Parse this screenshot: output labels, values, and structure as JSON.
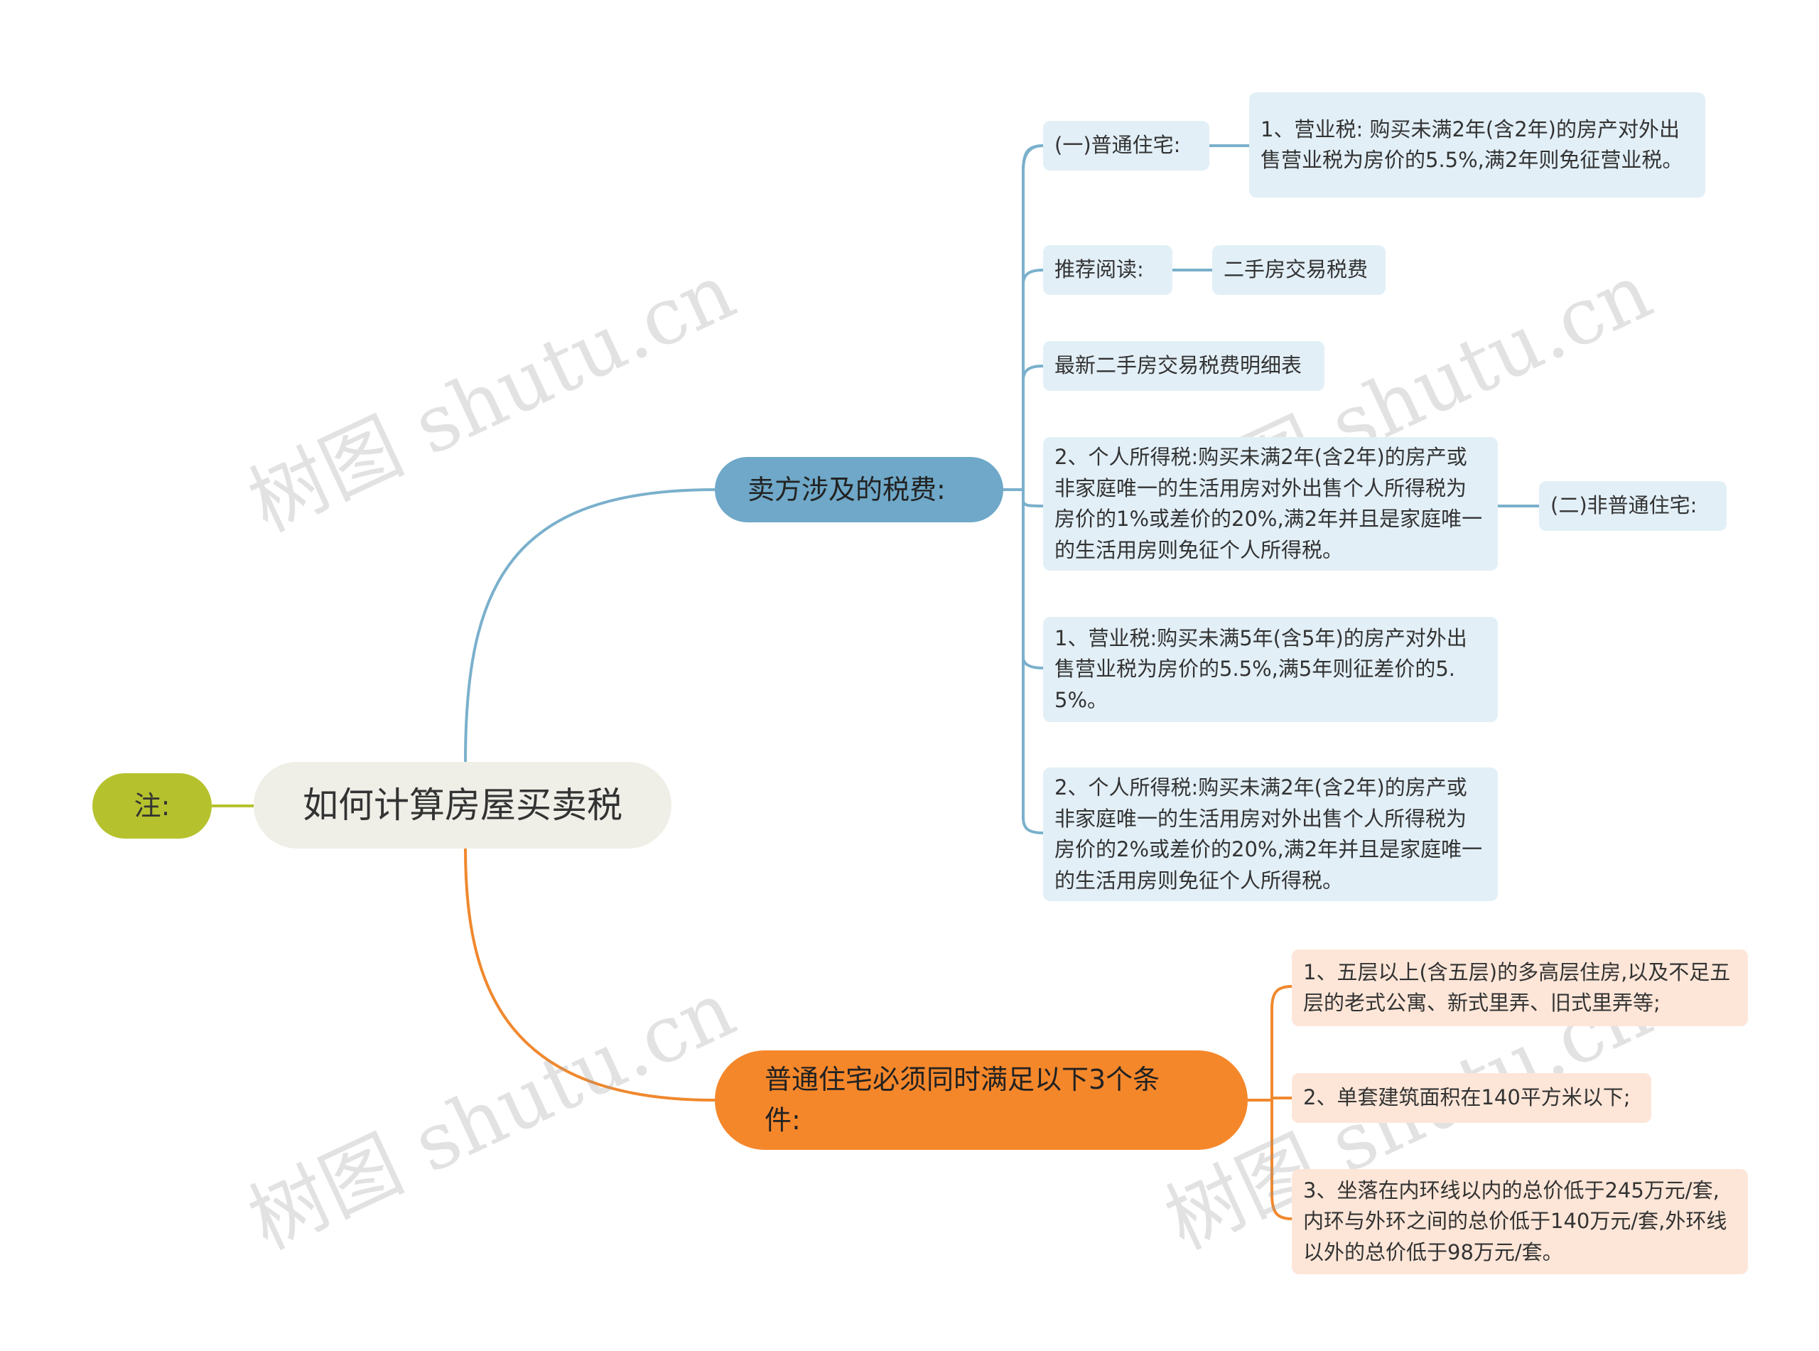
{
  "root": {
    "label": "如何计算房屋买卖税"
  },
  "note": {
    "label": "注:"
  },
  "branch_seller": {
    "label": "卖方涉及的税费:",
    "color": "#6fa8c8",
    "items": [
      {
        "label": "(一)普通住宅:",
        "child": "1、营业税: 购买未满2年(含2年)的房产对外出售营业税为房价的5.5%,满2年则免征营业税。"
      },
      {
        "label": "推荐阅读:",
        "child": "二手房交易税费"
      },
      {
        "label": "最新二手房交易税费明细表"
      },
      {
        "label": "2、个人所得税:购买未满2年(含2年)的房产或非家庭唯一的生活用房对外出售个人所得税为房价的1%或差价的20%,满2年并且是家庭唯一的生活用房则免征个人所得税。",
        "child": "(二)非普通住宅:"
      },
      {
        "label": "1、营业税:购买未满5年(含5年)的房产对外出售营业税为房价的5.5%,满5年则征差价的5.5%。"
      },
      {
        "label": "2、个人所得税:购买未满2年(含2年)的房产或非家庭唯一的生活用房对外出售个人所得税为房价的2%或差价的20%,满2年并且是家庭唯一的生活用房则免征个人所得税。"
      }
    ]
  },
  "branch_conditions": {
    "label": "普通住宅必须同时满足以下3个条件:",
    "color": "#f5872b",
    "items": [
      "1、五层以上(含五层)的多高层住房,以及不足五层的老式公寓、新式里弄、旧式里弄等;",
      "2、单套建筑面积在140平方米以下;",
      "3、坐落在内环线以内的总价低于245万元/套,内环与外环之间的总价低于140万元/套,外环线以外的总价低于98万元/套。"
    ]
  },
  "watermark": "树图 shutu.cn",
  "colors": {
    "root_bg": "#efefe8",
    "note_bg": "#b5c22d",
    "blue_line": "#7ab0cc",
    "blue_leaf_bg": "#e2eff7",
    "orange_line": "#f0882e",
    "orange_leaf_bg": "#fde6d8"
  }
}
